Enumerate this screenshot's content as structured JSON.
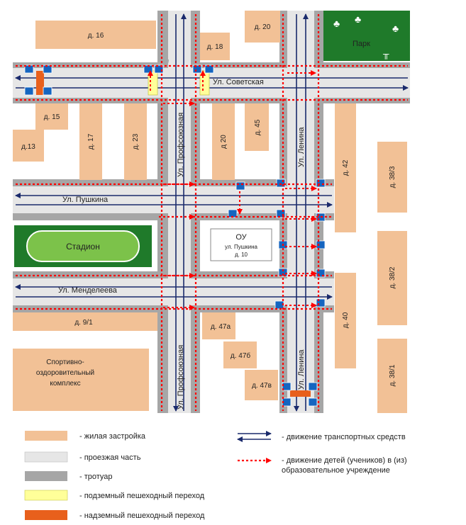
{
  "streets": {
    "sovetskaya": "Ул. Советская",
    "pushkina": "Ул. Пушкина",
    "mendeleeva": "Ул. Менделеева",
    "profsoyuznaya": "Ул. Профсоюзная",
    "lenina": "Ул. Ленина"
  },
  "buildings": {
    "d16": "д. 16",
    "d18": "д. 18",
    "d20_top": "д. 20",
    "d15": "д. 15",
    "d13": "д.13",
    "d17": "д. 17",
    "d23": "д. 23",
    "d20": "д 20",
    "d45": "д. 45",
    "d42": "д. 42",
    "d38_3": "д. 38/3",
    "d38_2": "д. 38/2",
    "d40": "д. 40",
    "d38_1": "д. 38/1",
    "d9_1": "д. 9/1",
    "d47a": "д. 47а",
    "d47b": "д. 47б",
    "d47v": "д. 47в"
  },
  "park": "Парк",
  "stadium": "Стадион",
  "school": {
    "title": "ОУ",
    "line1": "ул. Пушкина",
    "line2": "д. 10"
  },
  "sports_complex": [
    "Спортивно-",
    "оздоровительный",
    "комплекс"
  ],
  "legend": {
    "residential": "- жилая застройка",
    "roadway": "- проезжая часть",
    "sidewalk": "- тротуар",
    "underground": "- подземный пешеходный переход",
    "overground": "- надземный пешеходный переход",
    "traffic": "- движение транспортных средств",
    "children_1": "- движение детей (учеников) в (из)",
    "children_2": "образовательное учреждение"
  },
  "colors": {
    "building": "#f2c196",
    "sidewalk": "#a6a6a6",
    "road": "#e6e6e6",
    "park": "#1f7a2a",
    "stadium": "#7cc24a",
    "underpass": "#ffff99",
    "overpass": "#e8601c",
    "route": "#ff0000",
    "traffic": "#1a2a6c"
  }
}
